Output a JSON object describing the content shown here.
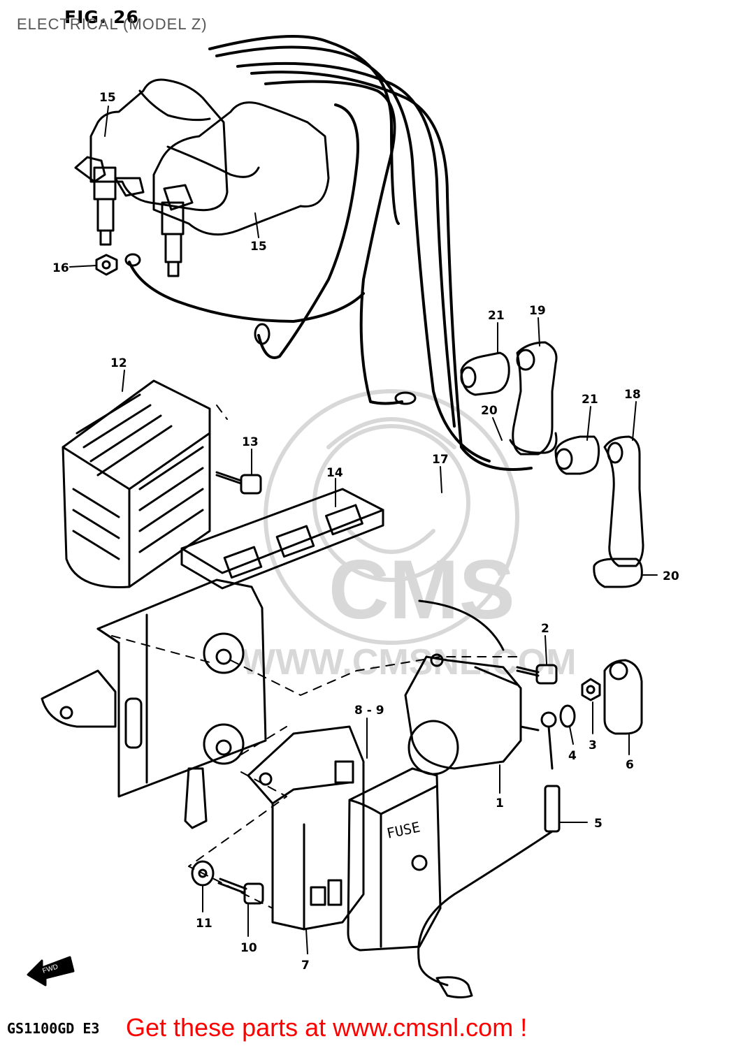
{
  "header": {
    "title": "ELECTRICAL (MODEL Z)",
    "figure": "FIG. 26"
  },
  "footer": {
    "model_code": "GS1100GD  E3",
    "promo": "Get these parts at www.cmsnl.com !"
  },
  "watermark": {
    "brand": "CMS",
    "url": "WWW.CMSNL.COM"
  },
  "fuse_label": "FUSE",
  "arrow_label": "FWD",
  "callouts": [
    "15",
    "15",
    "16",
    "21",
    "19",
    "12",
    "13",
    "21",
    "18",
    "20",
    "14",
    "17",
    "20",
    "2",
    "8 - 9",
    "3",
    "4",
    "6",
    "1",
    "5",
    "11",
    "10",
    "7"
  ]
}
